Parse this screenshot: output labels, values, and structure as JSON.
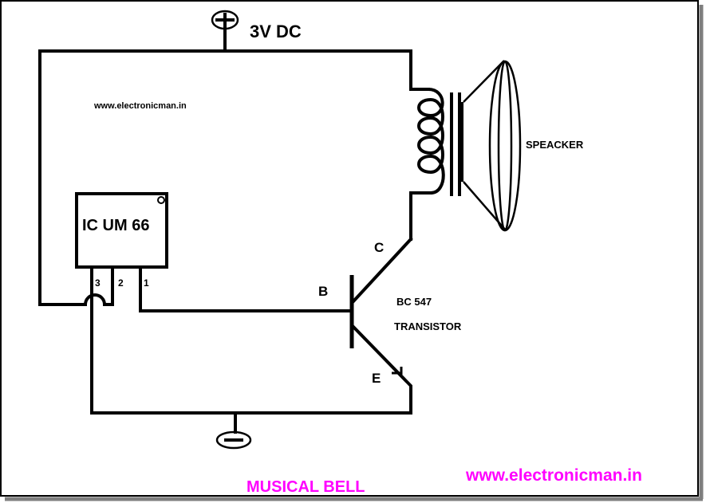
{
  "supply": {
    "voltage": "3V DC"
  },
  "watermark_top": "www.electronicman.in",
  "ic": {
    "label": "IC UM 66",
    "pins": [
      "3",
      "2",
      "1"
    ]
  },
  "speaker": {
    "label": "SPEACKER"
  },
  "transistor": {
    "collector": "C",
    "base": "B",
    "emitter": "E",
    "model": "BC 547",
    "type": "TRANSISTOR"
  },
  "footer": {
    "title": "MUSICAL BELL",
    "website": "www.electronicman.in"
  },
  "colors": {
    "line": "#000000",
    "accent": "#ff00ff",
    "background": "#ffffff",
    "frame_shadow": "#7f7f7f"
  }
}
